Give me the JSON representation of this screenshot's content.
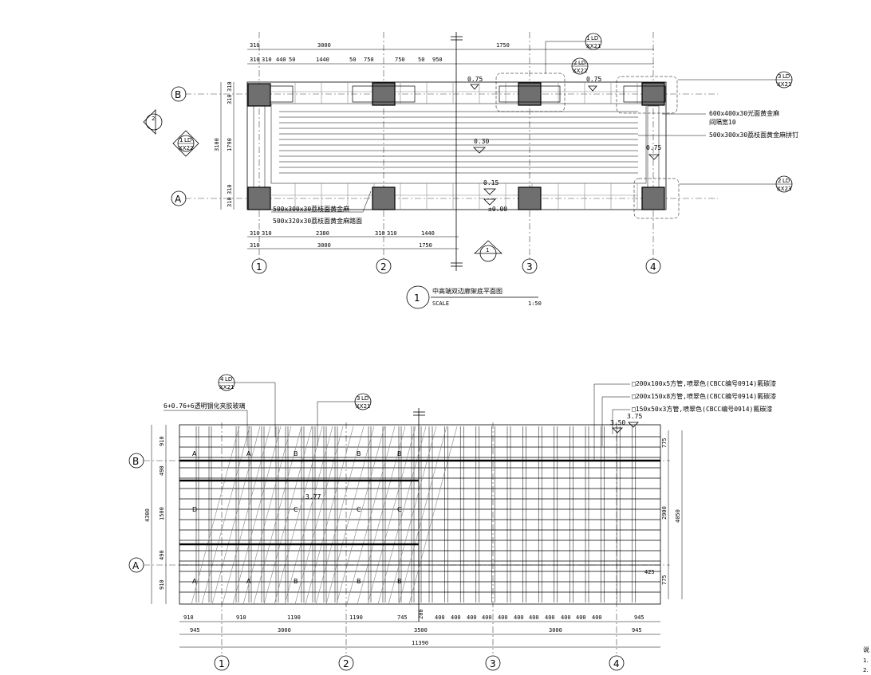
{
  "plan": {
    "title": "中高端双边廊架底平面图",
    "scale_label": "SCALE",
    "scale_value": "1:50",
    "drawing_no": "1",
    "top_dims_1": [
      "310",
      "3000",
      "1750"
    ],
    "top_dims_2": [
      "310",
      "310",
      "440",
      "50",
      "1440",
      "50",
      "750",
      "750",
      "50",
      "950"
    ],
    "bottom_dims_1": [
      "310",
      "310",
      "2380",
      "310",
      "310",
      "1440"
    ],
    "bottom_dims_2": [
      "310",
      "3000",
      "1750"
    ],
    "left_dims": [
      "310",
      "310",
      "1790",
      "310",
      "310"
    ],
    "left_total": "3100",
    "grid_rows": [
      "B",
      "A"
    ],
    "grid_cols": [
      "1",
      "2",
      "3",
      "4"
    ],
    "elevations": [
      "0.75",
      "0.75",
      "0.30",
      "0.15",
      "±0.00",
      "0.75"
    ],
    "notes": [
      "600x400x30光面黄金麻",
      "间隔宽10",
      "500x300x30荔枝面黄金麻拼钉",
      "500x300x30荔枝面黄金麻",
      "500x320x30荔枝面黄金麻踏面"
    ],
    "callouts": [
      {
        "num": "1",
        "ref": "LD",
        "sheet": "XX21"
      },
      {
        "num": "2",
        "ref": "LD",
        "sheet": "XX22"
      },
      {
        "num": "3",
        "ref": "LD",
        "sheet": "XX21"
      },
      {
        "num": "2",
        "ref": "LD",
        "sheet": "XX23"
      },
      {
        "num": "1",
        "ref": "LD",
        "sheet": "XX22"
      },
      {
        "num": "2",
        "ref": "",
        "sheet": ""
      },
      {
        "num": "1",
        "ref": "",
        "sheet": ""
      }
    ]
  },
  "roof": {
    "notes": [
      "□200x100x5方管,喷翠色(CBCC编号0914)氟碳漆",
      "□200x150x8方管,喷翠色(CBCC编号0914)氟碳漆",
      "□150x50x3方管,喷翠色(CBCC编号0914)氟碳漆",
      "6+0.76+6透明钢化夹胶玻璃"
    ],
    "callouts": [
      {
        "num": "4",
        "ref": "LD",
        "sheet": "XX21"
      },
      {
        "num": "3",
        "ref": "LD",
        "sheet": "XX21"
      }
    ],
    "elevations": [
      "3.50",
      "3.75",
      "3.77"
    ],
    "panel_labels": [
      "A",
      "A",
      "B",
      "B",
      "B",
      "A",
      "A",
      "B",
      "B",
      "B",
      "D",
      "C",
      "C",
      "C"
    ],
    "bottom_dims_1": [
      "910",
      "910",
      "1190",
      "1190",
      "745",
      "200",
      "400",
      "400",
      "400",
      "400",
      "400",
      "400",
      "400",
      "400",
      "400",
      "400",
      "400",
      "945"
    ],
    "bottom_dims_2": [
      "945",
      "3000",
      "3500",
      "3000",
      "945"
    ],
    "total": "11390",
    "left_dims": [
      "910",
      "490",
      "1500",
      "490",
      "910"
    ],
    "left_total": "4300",
    "right_dims": [
      "775",
      "2900",
      "775"
    ],
    "right_total": "4050",
    "right_small": "425",
    "grid_rows": [
      "B",
      "A"
    ],
    "grid_cols": [
      "1",
      "2",
      "3",
      "4"
    ]
  },
  "margin_notes": [
    "说",
    "1.",
    "2."
  ]
}
